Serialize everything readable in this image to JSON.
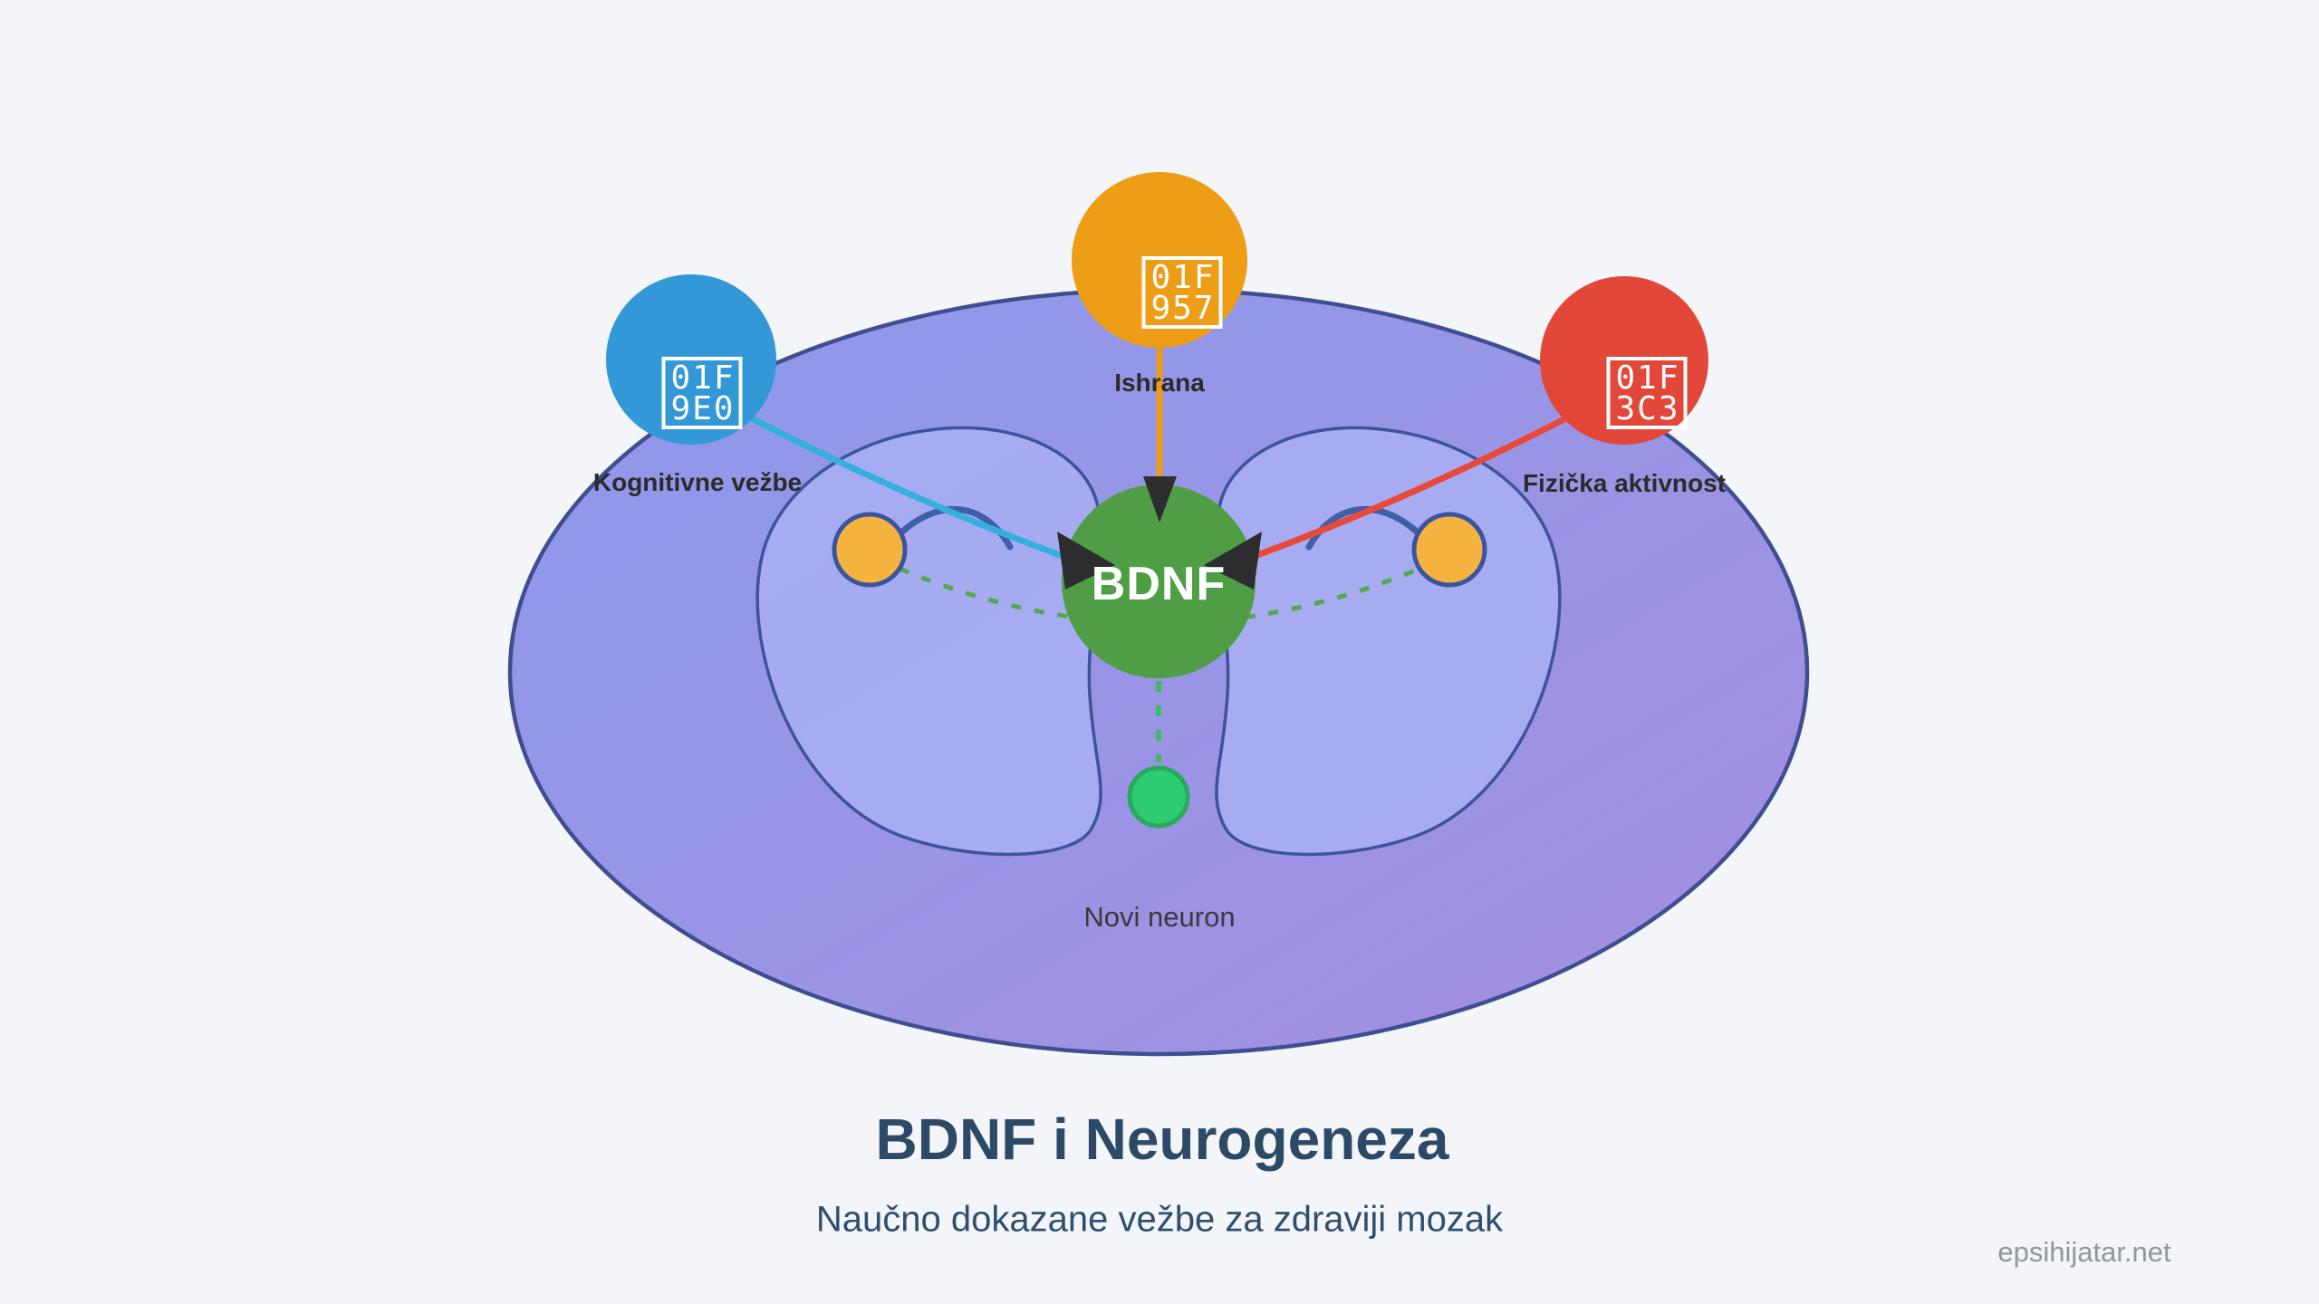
{
  "page": {
    "background_color": "#f3f5f8",
    "watermark": "epsihijatar.net"
  },
  "title": {
    "heading": "BDNF i Neurogeneza",
    "subtitle": "Naučno dokazane vežbe za zdraviji mozak"
  },
  "diagram": {
    "brain": {
      "fill_start": "#8d9aeb",
      "fill_end": "#a58ee0",
      "outline_color": "#3e4e91",
      "hemisphere_fill": "#a9aff2",
      "hemisphere_outline": "#3c549c"
    },
    "center_node": {
      "label": "BDNF",
      "color": "#4f9e45",
      "arrow_color": "#2d2d30"
    },
    "factors": [
      {
        "label": "Kognitivne vežbe",
        "emoji_rows": [
          "01F",
          "9E0"
        ],
        "circle_color": "#3398d8",
        "line_color": "#36aede"
      },
      {
        "label": "Ishrana",
        "emoji_rows": [
          "01F",
          "957"
        ],
        "circle_color": "#ee9d17",
        "line_color": "#ef9a17"
      },
      {
        "label": "Fizička aktivnost",
        "emoji_rows": [
          "01F",
          "3C3"
        ],
        "circle_color": "#e2473a",
        "line_color": "#e8493a"
      }
    ],
    "hippocampus_dot_color": "#f5b340",
    "dashed_path_color": "#54a94f",
    "new_neuron": {
      "label": "Novi neuron",
      "color": "#2ecc71",
      "outline_color": "#28a95d"
    }
  }
}
